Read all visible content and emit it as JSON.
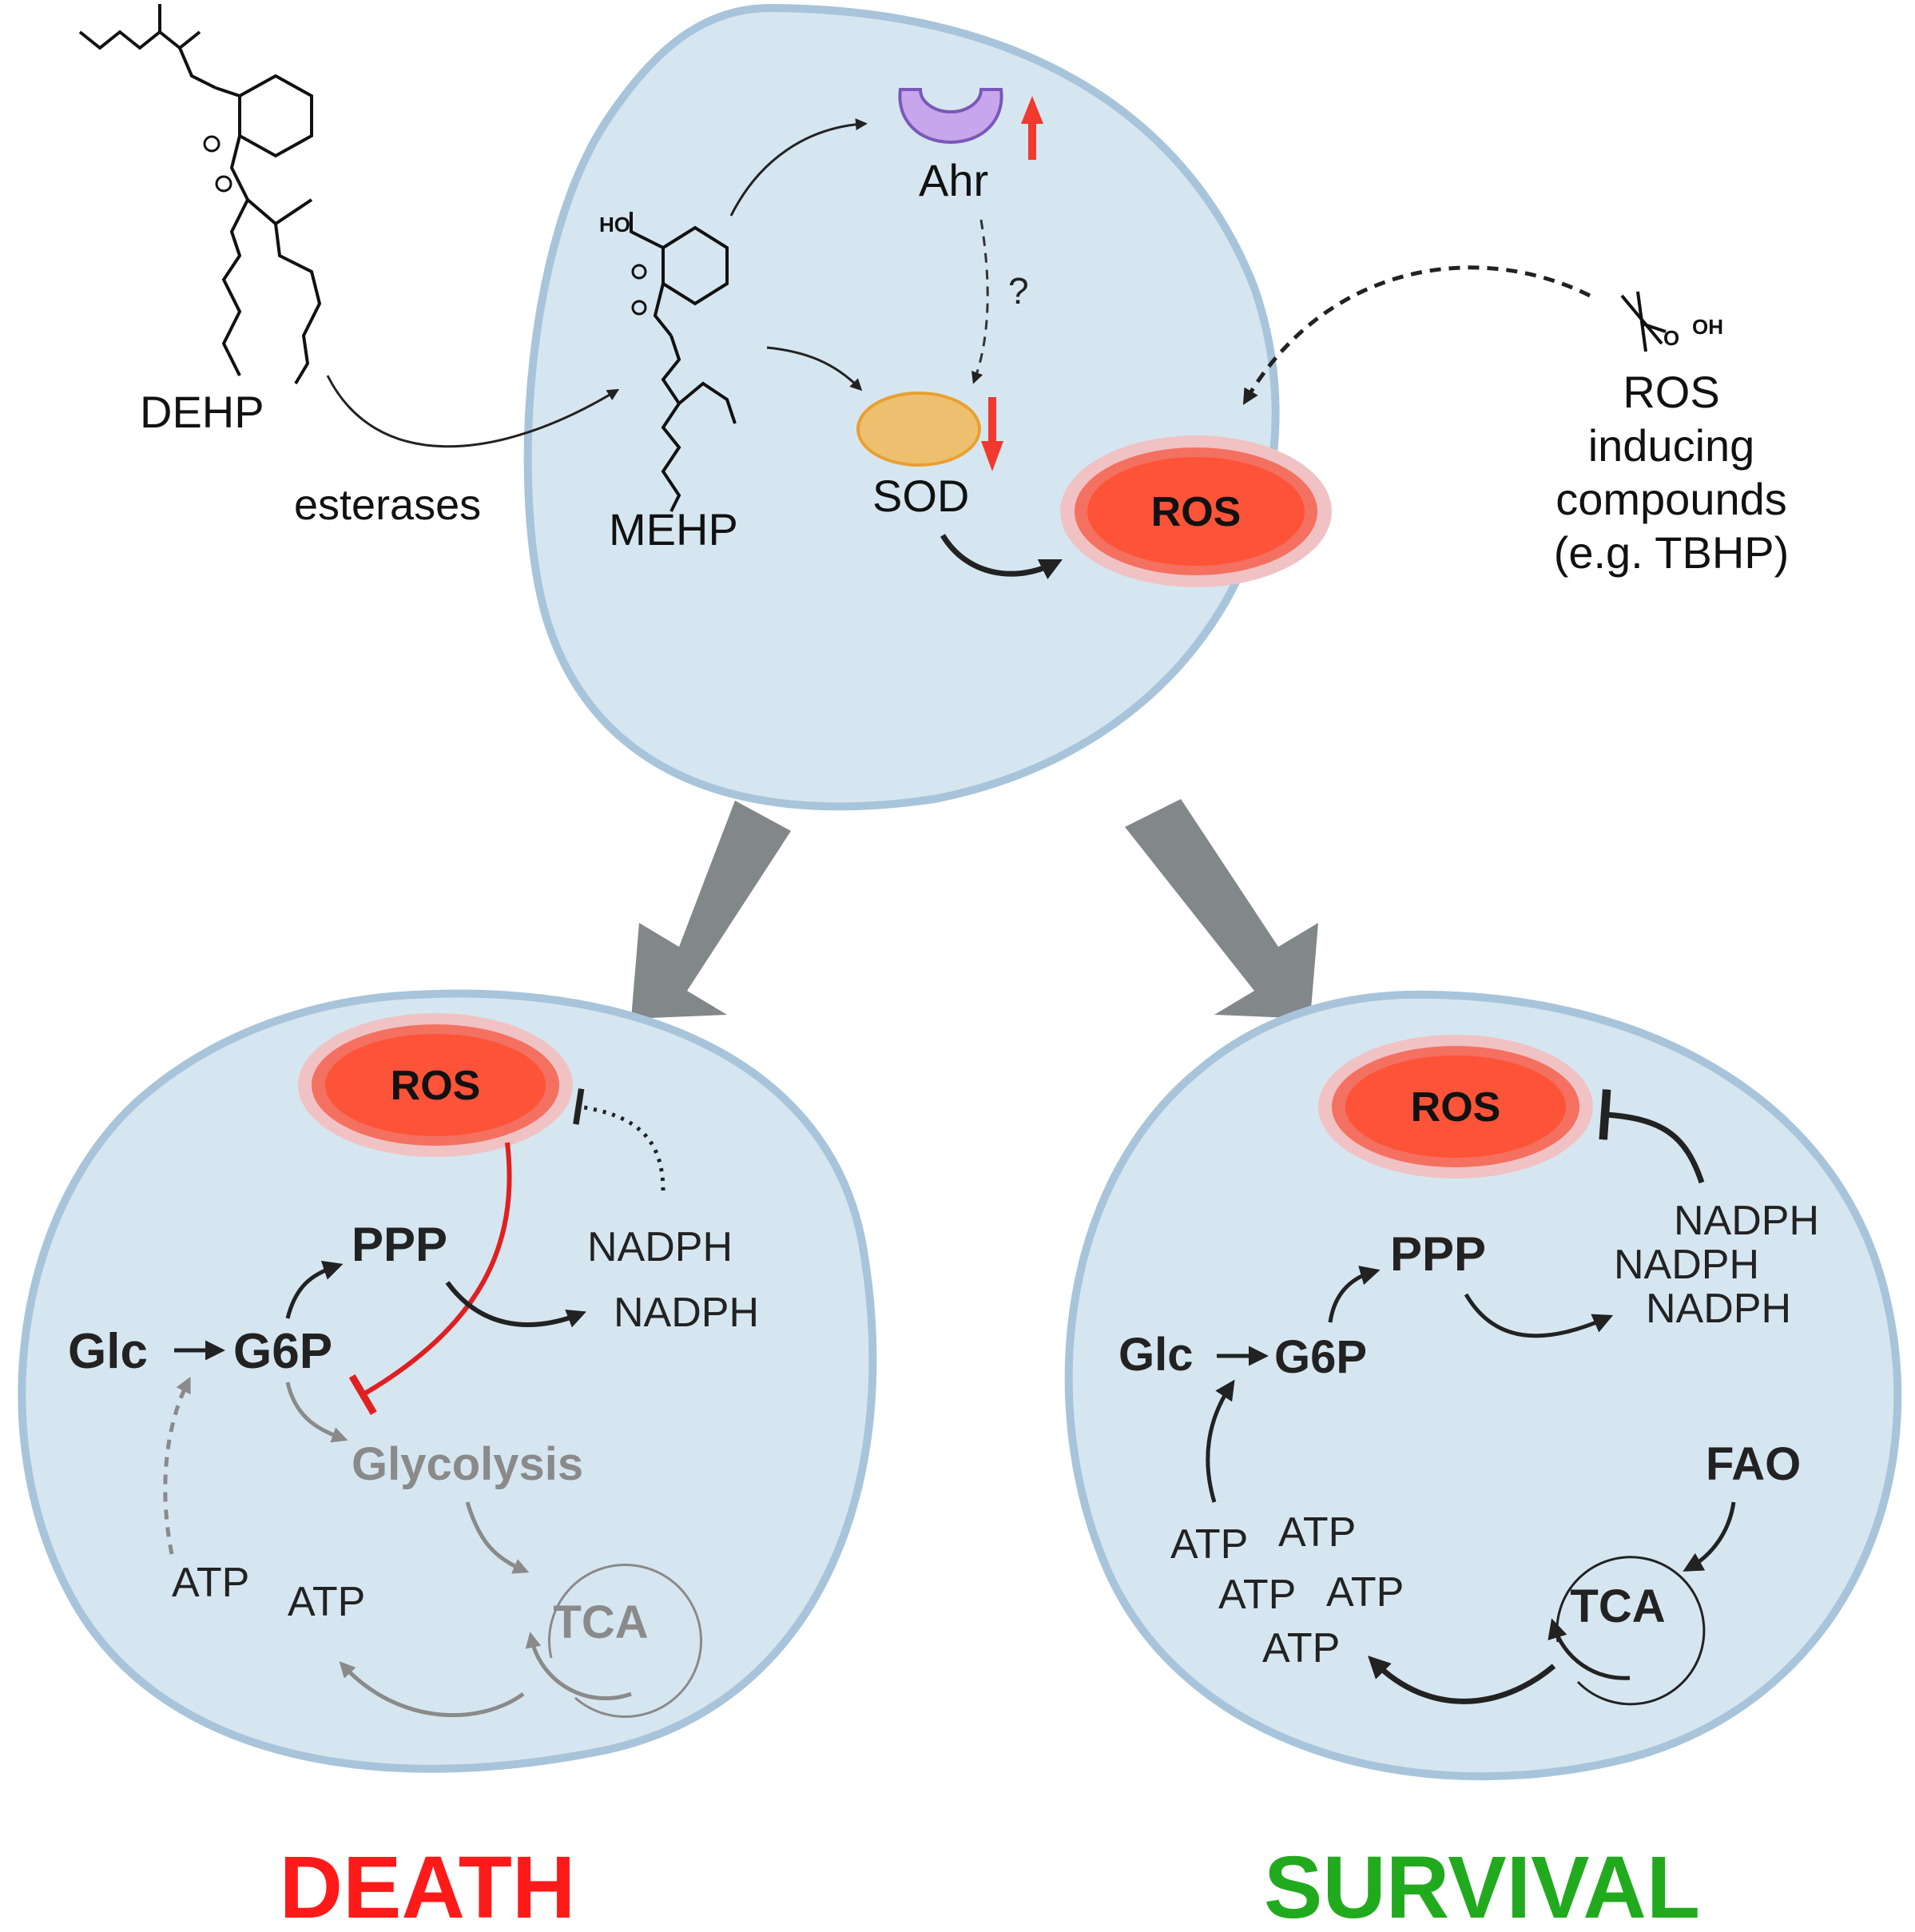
{
  "colors": {
    "cell_fill": "#d6e6f0",
    "cell_stroke": "#a8c4da",
    "ros_fill": "#fd5338",
    "ros_halo": "#f0c2c4",
    "death": "#ff1a1a",
    "survival": "#22aa1e",
    "grey_arrow": "#82878a",
    "faded": "#8a8a8a",
    "ahr_fill": "#c8a6ec",
    "ahr_stroke": "#7a58b8",
    "sod_fill": "#edc070",
    "sod_stroke": "#e9a030",
    "up_down_arrow": "#f03a2e",
    "inhibit_red": "#e02020"
  },
  "top": {
    "dehp_label": "DEHP",
    "esterases_label": "esterases",
    "mehp_label": "MEHP",
    "mehp_ho": "HO",
    "ahr_label": "Ahr",
    "sod_label": "SOD",
    "question_mark": "?",
    "ros_label": "ROS",
    "tbhp_oh": "OH",
    "tbhp_o": "O",
    "inducer_lines": [
      "ROS",
      "inducing",
      "compounds",
      "(e.g. TBHP)"
    ]
  },
  "death_cell": {
    "ros_label": "ROS",
    "ppp_label": "PPP",
    "glc_label": "Glc",
    "g6p_label": "G6P",
    "nadph_labels": [
      "NADPH",
      "NADPH"
    ],
    "glycolysis_label": "Glycolysis",
    "tca_label": "TCA",
    "atp_labels": [
      "ATP",
      "ATP"
    ]
  },
  "survival_cell": {
    "ros_label": "ROS",
    "ppp_label": "PPP",
    "glc_label": "Glc",
    "g6p_label": "G6P",
    "nadph_labels": [
      "NADPH",
      "NADPH",
      "NADPH"
    ],
    "fao_label": "FAO",
    "tca_label": "TCA",
    "atp_labels": [
      "ATP",
      "ATP",
      "ATP",
      "ATP",
      "ATP"
    ]
  },
  "outcomes": {
    "death": "DEATH",
    "survival": "SURVIVAL"
  }
}
